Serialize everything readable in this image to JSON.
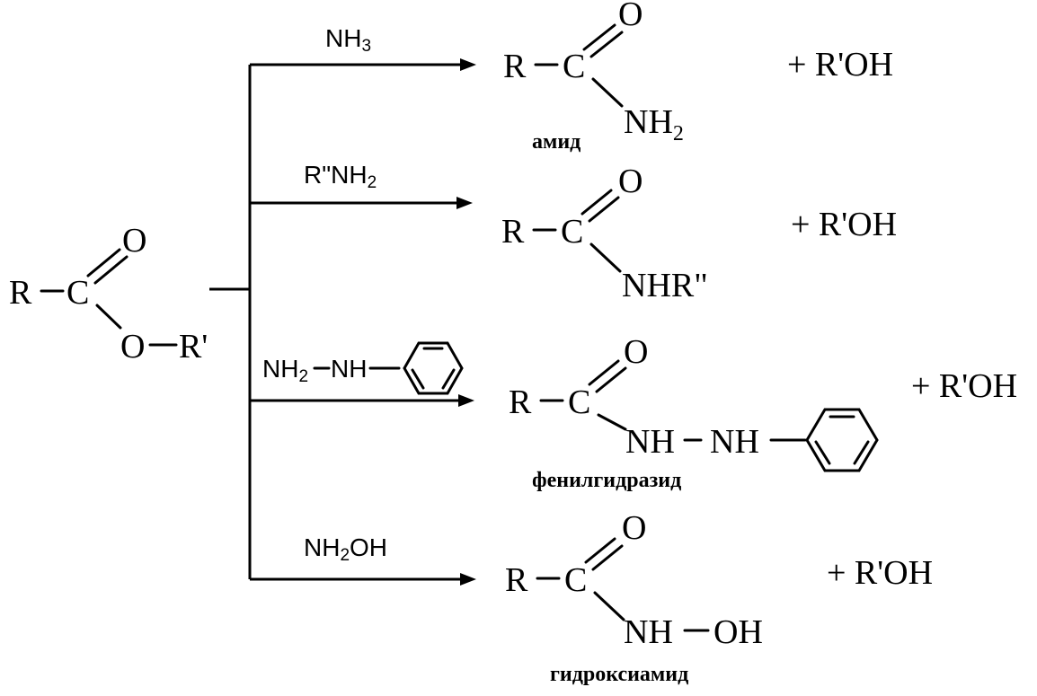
{
  "ester": {
    "r": "R",
    "c": "C",
    "o_carbonyl": "O",
    "o_ester": "O",
    "r_prime": "R'"
  },
  "reactions": [
    {
      "reagent": "NH",
      "reagent_sub": "3",
      "product": {
        "r": "R",
        "c": "C",
        "o": "O",
        "group": "NH",
        "group_sub": "2"
      },
      "caption": "амид",
      "byproduct": "+ R'OH"
    },
    {
      "reagent": "R\"NH",
      "reagent_sub": "2",
      "product": {
        "r": "R",
        "c": "C",
        "o": "O",
        "group": "NHR\""
      },
      "caption": "",
      "byproduct": "+ R'OH"
    },
    {
      "reagent_a": "NH",
      "reagent_a_sub": "2",
      "reagent_b": "NH",
      "product": {
        "r": "R",
        "c": "C",
        "o": "O",
        "group_a": "NH",
        "group_b": "NH"
      },
      "caption": "фенилгидразид",
      "byproduct": "+ R'OH"
    },
    {
      "reagent": "NH",
      "reagent_sub": "2",
      "reagent_tail": "OH",
      "product": {
        "r": "R",
        "c": "C",
        "o": "O",
        "group_a": "NH",
        "group_b": "OH"
      },
      "caption": "гидроксиамид",
      "byproduct": "+ R'OH"
    }
  ],
  "colors": {
    "ink": "#000000",
    "background": "#ffffff"
  },
  "icons": [
    "benzene-ring-icon"
  ]
}
